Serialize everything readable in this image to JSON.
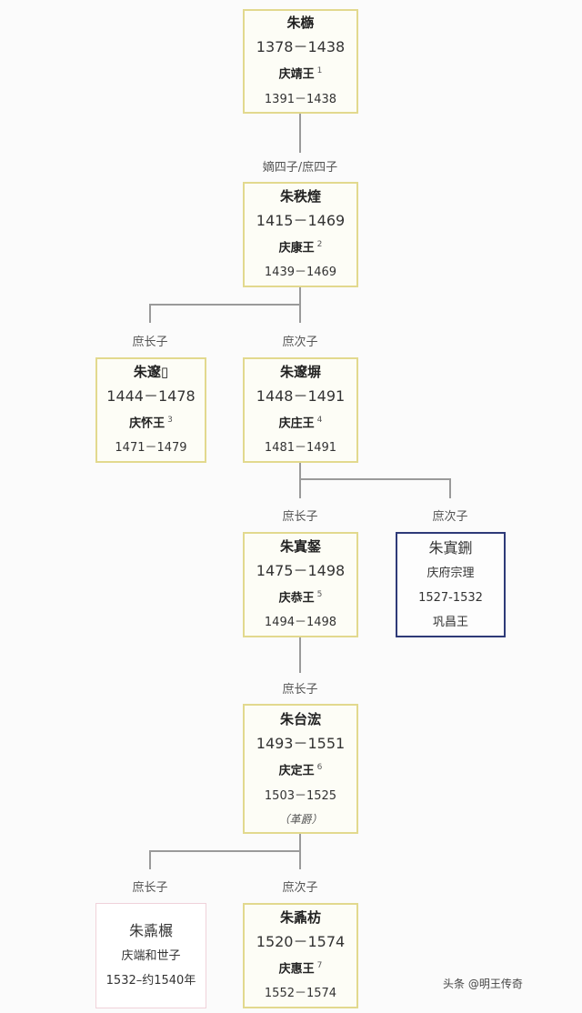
{
  "nodes": {
    "n1": {
      "name": "朱㮵",
      "life": "1378－1438",
      "title": "庆靖王",
      "num": "1",
      "reign": "1391－1438"
    },
    "n2": {
      "name": "朱秩煃",
      "life": "1415－1469",
      "title": "庆康王",
      "num": "2",
      "reign": "1439－1469"
    },
    "n3": {
      "name": "朱邃▯",
      "life": "1444－1478",
      "title": "庆怀王",
      "num": "3",
      "reign": "1471－1479"
    },
    "n4": {
      "name": "朱邃塀",
      "life": "1448－1491",
      "title": "庆庄王",
      "num": "4",
      "reign": "1481－1491"
    },
    "n5": {
      "name": "朱寘錖",
      "life": "1475－1498",
      "title": "庆恭王",
      "num": "5",
      "reign": "1494－1498"
    },
    "n6": {
      "name": "朱寘鉶",
      "line2": "庆府宗理",
      "line3": "1527-1532",
      "line4": "巩昌王"
    },
    "n7": {
      "name": "朱台浤",
      "life": "1493－1551",
      "title": "庆定王",
      "num": "6",
      "reign": "1503－1525",
      "note": "（革爵）"
    },
    "n8": {
      "name": "朱鼒榐",
      "line2": "庆端和世子",
      "line3": "1532–约1540年"
    },
    "n9": {
      "name": "朱鼒枋",
      "life": "1520－1574",
      "title": "庆惠王",
      "num": "7",
      "reign": "1552－1574"
    }
  },
  "labels": {
    "l1": "嫡四子/庶四子",
    "l2a": "庶长子",
    "l2b": "庶次子",
    "l3a": "庶长子",
    "l3b": "庶次子",
    "l4": "庶长子",
    "l5a": "庶长子",
    "l5b": "庶次子"
  },
  "watermark": "头条 @明王传奇"
}
